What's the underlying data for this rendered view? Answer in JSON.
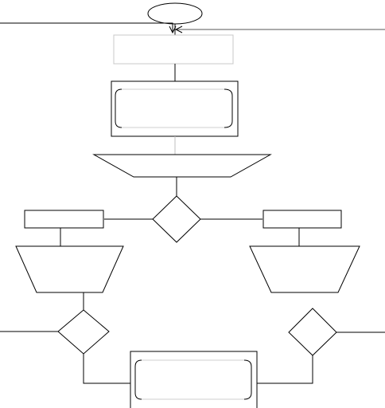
{
  "diagram": {
    "type": "flowchart",
    "colors": {
      "background": "#ffffff",
      "stroke_main": "#000000",
      "stroke_light": "#bfbfbf",
      "stroke_mid": "#8c8c8c"
    },
    "node_types": {
      "start": "terminator",
      "top-process": "process",
      "first-subroutine": "predefined-process",
      "top-manual-operation": "manual-operation",
      "center-decision": "decision",
      "left-process": "process",
      "right-process": "process",
      "left-manual-operation": "manual-operation",
      "right-manual-operation": "manual-operation",
      "left-decision": "decision",
      "right-decision": "decision",
      "bottom-subroutine": "predefined-process"
    },
    "labels": []
  }
}
